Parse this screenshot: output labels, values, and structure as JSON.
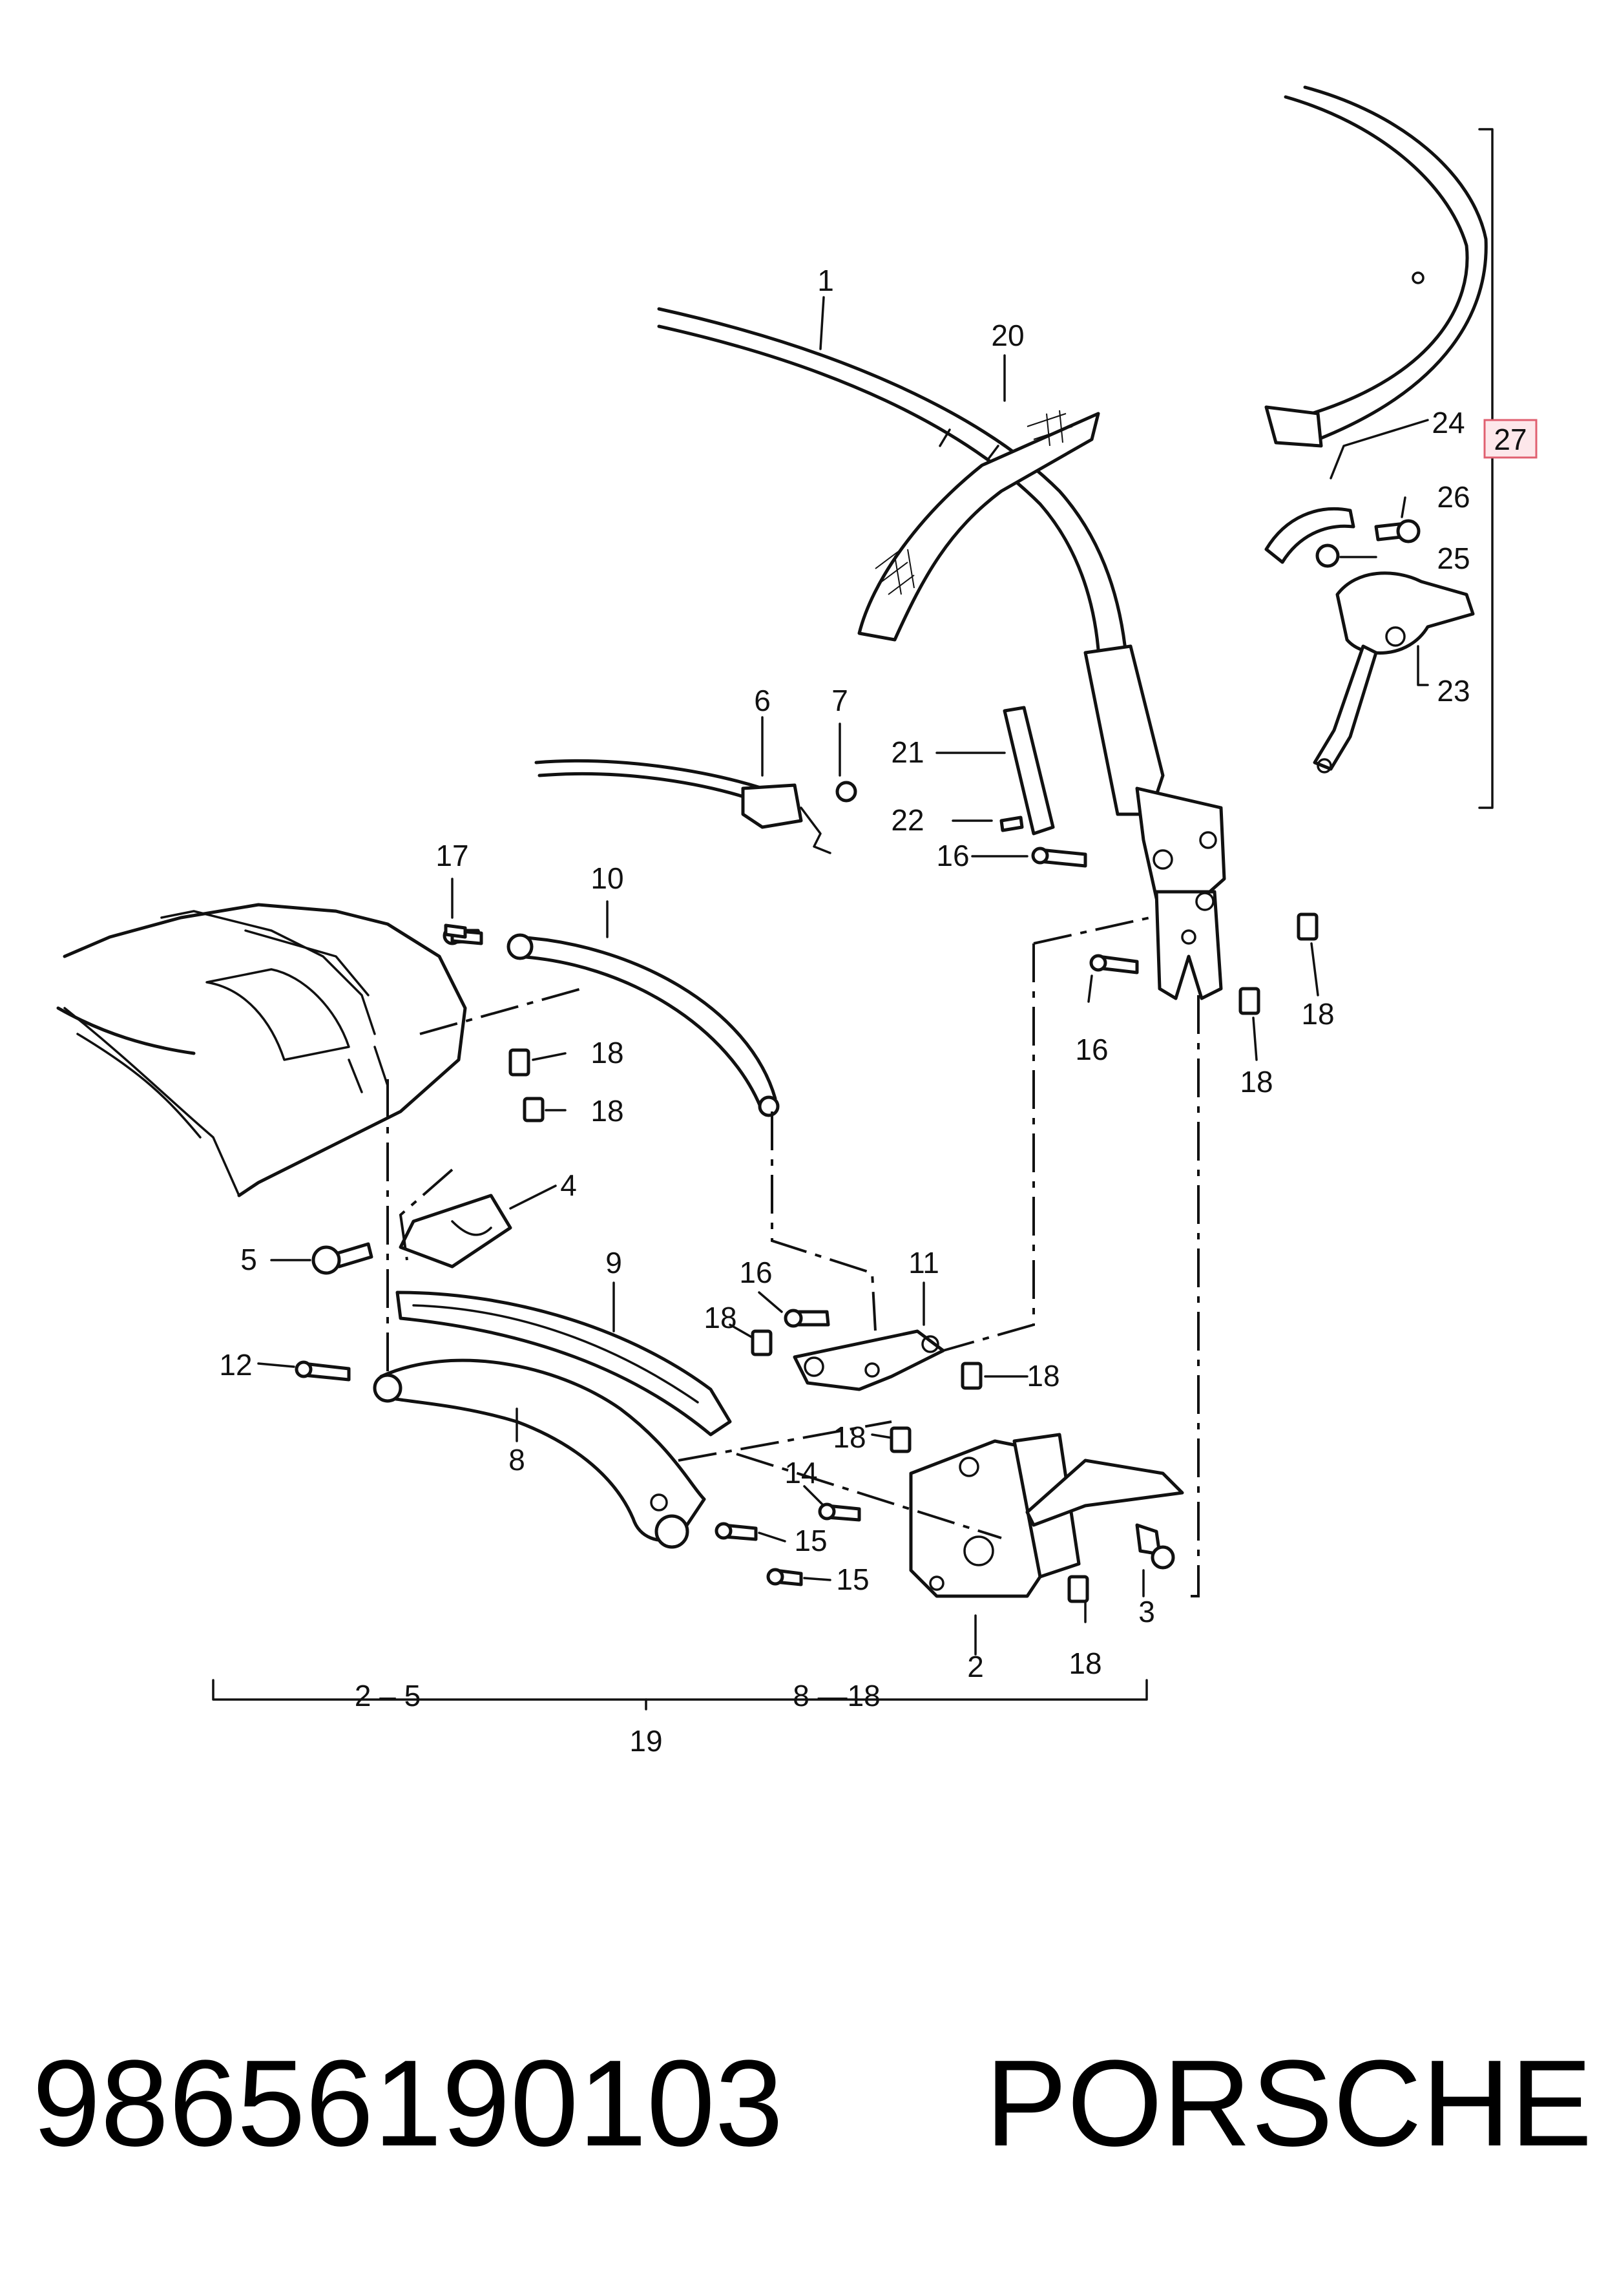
{
  "callouts": {
    "c1": "1",
    "c2": "2",
    "c3": "3",
    "c4": "4",
    "c5": "5",
    "c6": "6",
    "c7": "7",
    "c8": "8",
    "c9": "9",
    "c10": "10",
    "c11": "11",
    "c12": "12",
    "c14": "14",
    "c15": "15",
    "c16": "16",
    "c17": "17",
    "c18": "18",
    "c19": "19",
    "c20": "20",
    "c21": "21",
    "c22": "22",
    "c23": "23",
    "c24": "24",
    "c25": "25",
    "c26": "26",
    "c27": "27"
  },
  "ranges": {
    "left": "2 – 5",
    "right": "8 —18",
    "total": "19"
  },
  "footer": {
    "part_number": "98656190103",
    "brand": "PORSCHE"
  }
}
